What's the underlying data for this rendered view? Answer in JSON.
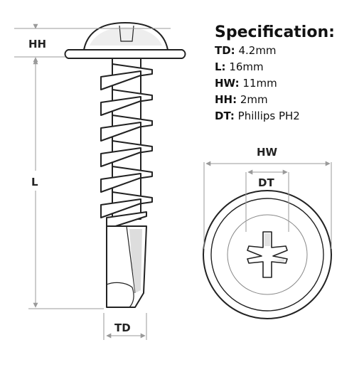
{
  "specification": {
    "title": "Specification:",
    "rows": [
      {
        "key": "TD:",
        "value": "4.2mm"
      },
      {
        "key": "L:",
        "value": "16mm"
      },
      {
        "key": "HW:",
        "value": "11mm"
      },
      {
        "key": "HH:",
        "value": "2mm"
      },
      {
        "key": "DT:",
        "value": "Phillips PH2"
      }
    ]
  },
  "dimension_labels": {
    "hh": "HH",
    "l": "L",
    "td": "TD",
    "hw": "HW",
    "dt": "DT"
  },
  "colors": {
    "outline": "#222222",
    "dimension_line": "#9a9a9a",
    "shading": "#cfcfcf"
  }
}
